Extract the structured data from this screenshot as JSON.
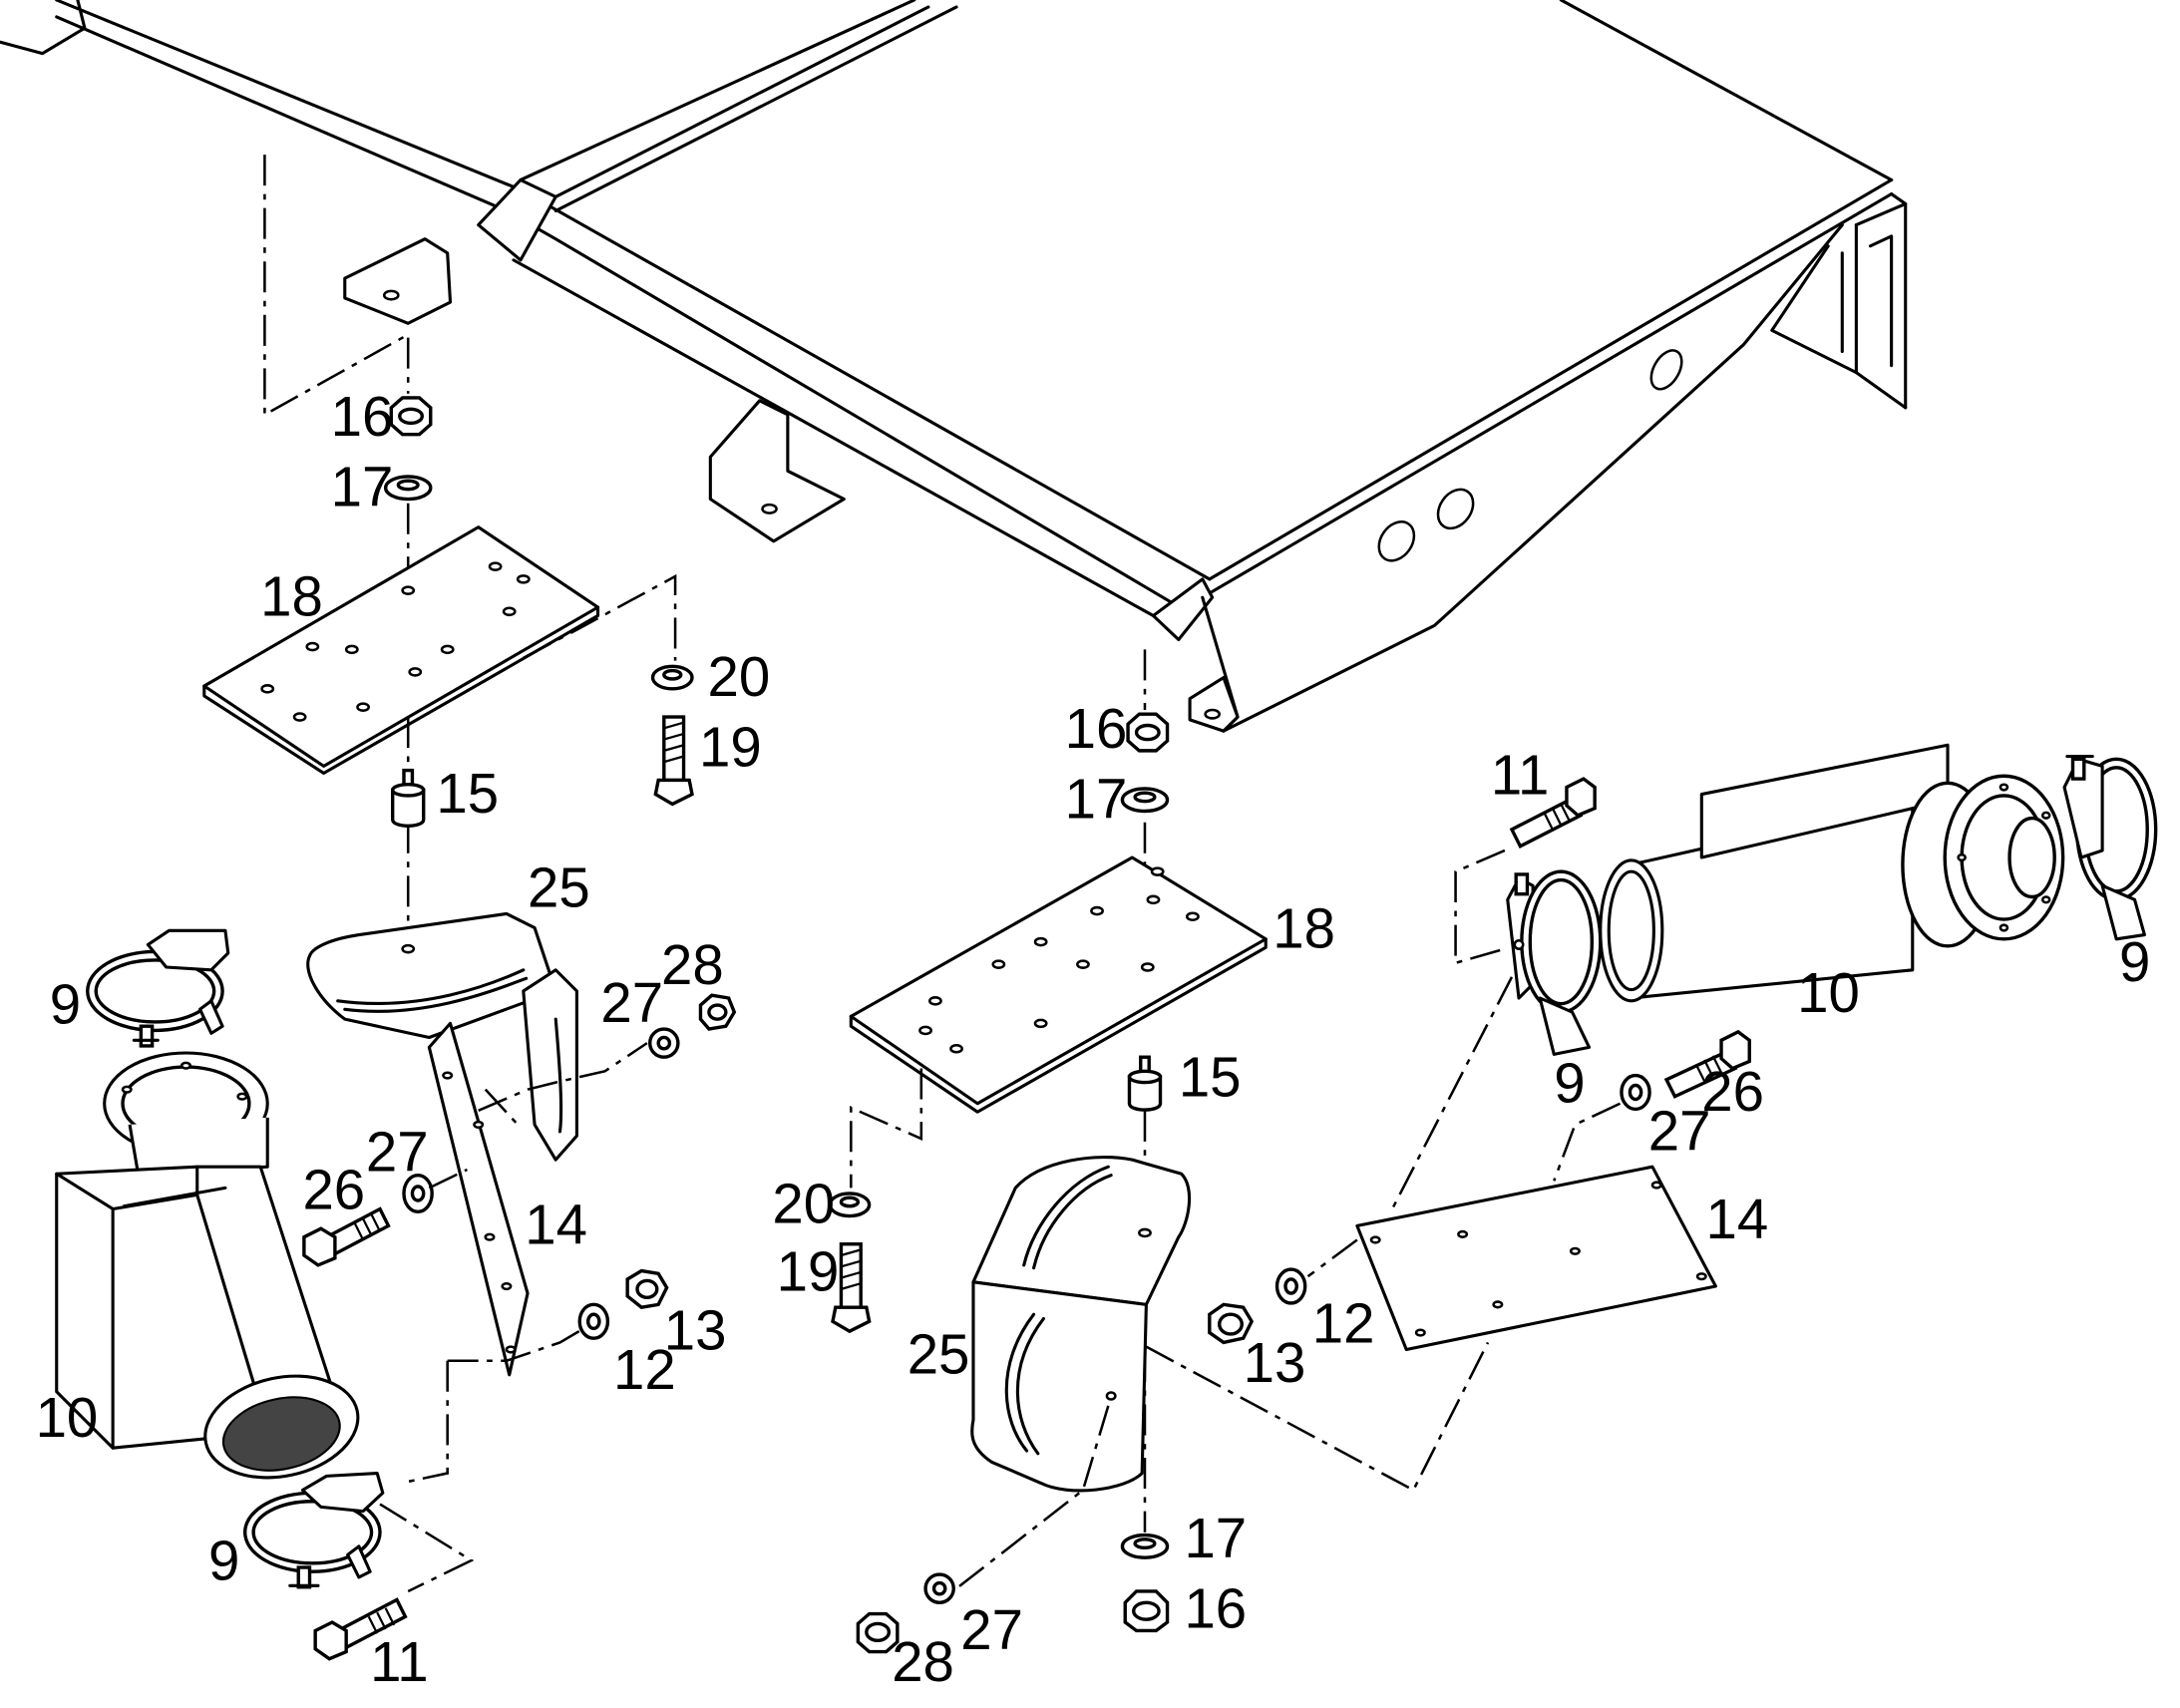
{
  "callouts": [
    {
      "id": "c16a",
      "text": "16"
    },
    {
      "id": "c17a",
      "text": "17"
    },
    {
      "id": "c18a",
      "text": "18"
    },
    {
      "id": "c20a",
      "text": "20"
    },
    {
      "id": "c19a",
      "text": "19"
    },
    {
      "id": "c15a",
      "text": "15"
    },
    {
      "id": "c25a",
      "text": "25"
    },
    {
      "id": "c28a",
      "text": "28"
    },
    {
      "id": "c27a",
      "text": "27"
    },
    {
      "id": "c9a",
      "text": "9"
    },
    {
      "id": "c27b",
      "text": "27"
    },
    {
      "id": "c26a",
      "text": "26"
    },
    {
      "id": "c14a",
      "text": "14"
    },
    {
      "id": "c13a",
      "text": "13"
    },
    {
      "id": "c12a",
      "text": "12"
    },
    {
      "id": "c10a",
      "text": "10"
    },
    {
      "id": "c9b",
      "text": "9"
    },
    {
      "id": "c11a",
      "text": "11"
    },
    {
      "id": "c16b",
      "text": "16"
    },
    {
      "id": "c17b",
      "text": "17"
    },
    {
      "id": "c18b",
      "text": "18"
    },
    {
      "id": "c15b",
      "text": "15"
    },
    {
      "id": "c20b",
      "text": "20"
    },
    {
      "id": "c19b",
      "text": "19"
    },
    {
      "id": "c25b",
      "text": "25"
    },
    {
      "id": "c17c",
      "text": "17"
    },
    {
      "id": "c16c",
      "text": "16"
    },
    {
      "id": "c27c",
      "text": "27"
    },
    {
      "id": "c28b",
      "text": "28"
    },
    {
      "id": "c11b",
      "text": "11"
    },
    {
      "id": "c9c",
      "text": "9"
    },
    {
      "id": "c10b",
      "text": "10"
    },
    {
      "id": "c9d",
      "text": "9"
    },
    {
      "id": "c26b",
      "text": "26"
    },
    {
      "id": "c27d",
      "text": "27"
    },
    {
      "id": "c14b",
      "text": "14"
    },
    {
      "id": "c12b",
      "text": "12"
    },
    {
      "id": "c13b",
      "text": "13"
    }
  ]
}
